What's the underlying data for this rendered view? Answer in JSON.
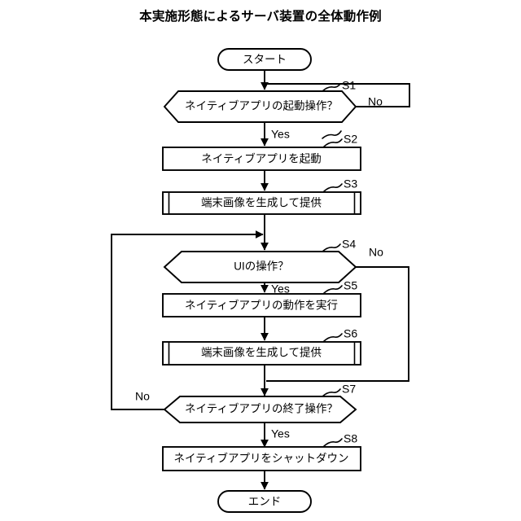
{
  "title": "本実施形態によるサーバ装置の全体動作例",
  "diagram": {
    "type": "flowchart",
    "nodes": [
      {
        "id": "start",
        "shape": "terminator",
        "label": "スタート",
        "step": ""
      },
      {
        "id": "s1",
        "shape": "decision",
        "label": "ネイティブアプリの起動操作？",
        "step": "S1"
      },
      {
        "id": "s2",
        "shape": "process",
        "label": "ネイティブアプリを起動",
        "step": "S2"
      },
      {
        "id": "s3",
        "shape": "predefined-process",
        "label": "端末画像を生成して提供",
        "step": "S3"
      },
      {
        "id": "s4",
        "shape": "decision",
        "label": "UIの操作？",
        "step": "S4"
      },
      {
        "id": "s5",
        "shape": "process",
        "label": "ネイティブアプリの動作を実行",
        "step": "S5"
      },
      {
        "id": "s6",
        "shape": "predefined-process",
        "label": "端末画像を生成して提供",
        "step": "S6"
      },
      {
        "id": "s7",
        "shape": "decision",
        "label": "ネイティブアプリの終了操作？",
        "step": "S7"
      },
      {
        "id": "s8",
        "shape": "process",
        "label": "ネイティブアプリをシャットダウン",
        "step": "S8"
      },
      {
        "id": "end",
        "shape": "terminator",
        "label": "エンド",
        "step": ""
      }
    ],
    "branch_labels": {
      "s1_yes": "Yes",
      "s1_no": "No",
      "s4_yes": "Yes",
      "s4_no": "No",
      "s7_yes": "Yes",
      "s7_no": "No"
    },
    "edges": [
      {
        "from": "start",
        "to": "s1",
        "label": ""
      },
      {
        "from": "s1",
        "to": "s2",
        "label": "Yes"
      },
      {
        "from": "s1",
        "to": "s1",
        "label": "No"
      },
      {
        "from": "s2",
        "to": "s3",
        "label": ""
      },
      {
        "from": "s3",
        "to": "s4",
        "label": ""
      },
      {
        "from": "s4",
        "to": "s5",
        "label": "Yes"
      },
      {
        "from": "s4",
        "to": "s7",
        "label": "No"
      },
      {
        "from": "s5",
        "to": "s6",
        "label": ""
      },
      {
        "from": "s6",
        "to": "s7",
        "label": ""
      },
      {
        "from": "s7",
        "to": "s4",
        "label": "No"
      },
      {
        "from": "s7",
        "to": "s8",
        "label": "Yes"
      },
      {
        "from": "s8",
        "to": "end",
        "label": ""
      }
    ]
  },
  "colors": {
    "ink": "#000000",
    "paper": "#ffffff"
  }
}
